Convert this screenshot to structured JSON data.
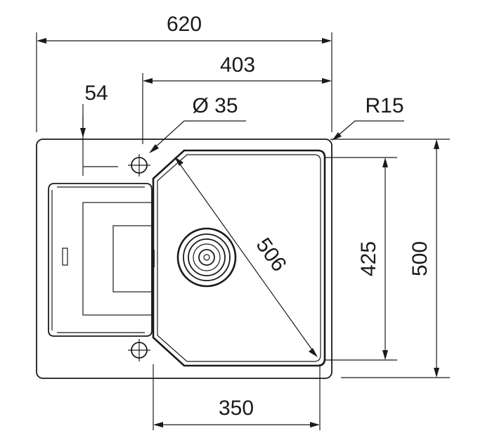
{
  "diagram": {
    "dimensions": {
      "overall_width": "620",
      "bowl_region_width": "403",
      "drainer_offset": "54",
      "tap_hole_diameter": "Ø 35",
      "corner_radius": "R15",
      "bowl_diagonal": "506",
      "bowl_depth": "425",
      "overall_depth": "500",
      "bowl_width": "350"
    },
    "colors": {
      "stroke": "#1a1a1a",
      "background": "#ffffff"
    }
  }
}
